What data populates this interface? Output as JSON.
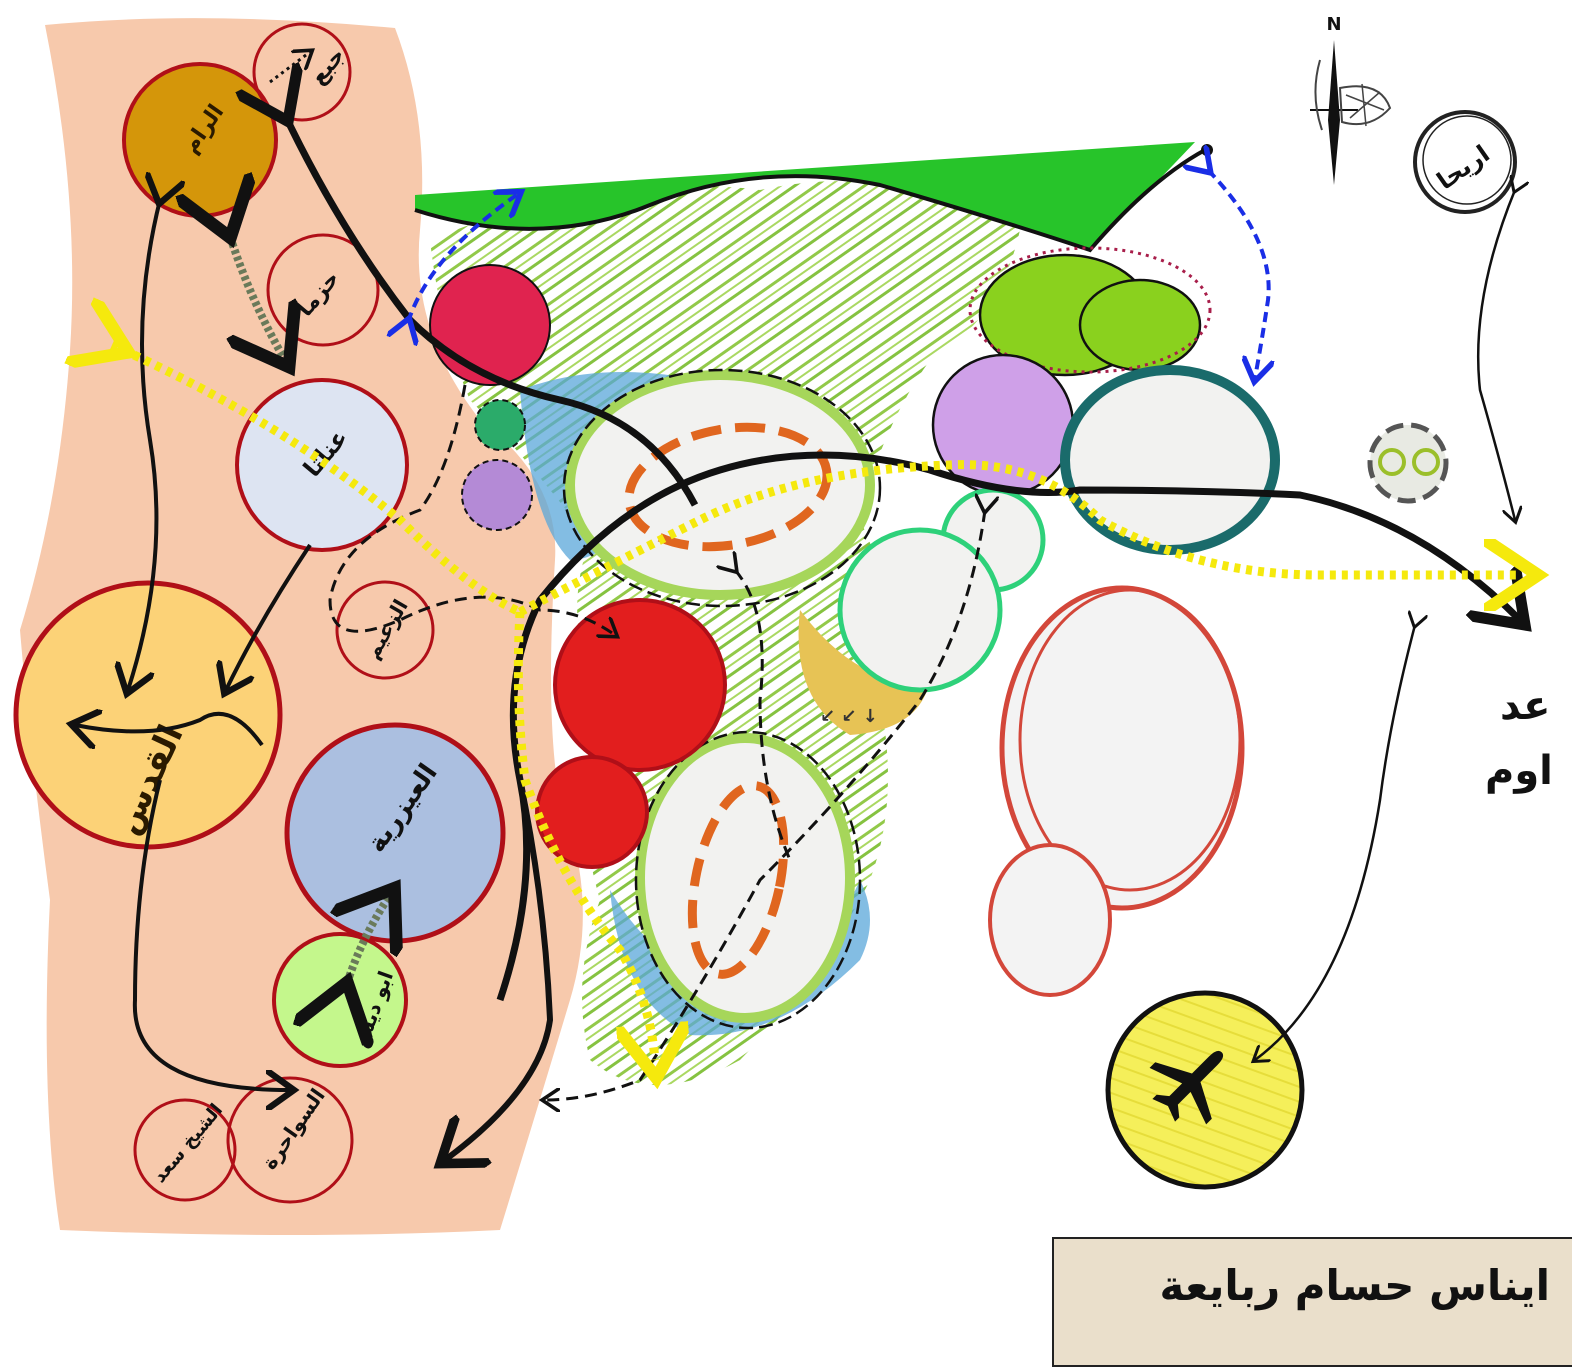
{
  "labels": {
    "ram": "الرام",
    "jaba": "جبع",
    "hizma": "حزما",
    "anata": "عناتا",
    "quds": "القدس",
    "zaim": "الزعيم",
    "eizariya": "العيزرية",
    "abudis": "ابو ديس",
    "sawahira": "السواحرة",
    "sheikh_saad": "الشيخ سعد",
    "jericho": "اريحا"
  },
  "compass_letter": "N",
  "side_text": [
    "عد",
    "اوم"
  ],
  "author": "ايناس حسام ربايعة",
  "colors": {
    "region": "#f7c9ac",
    "circle_border": "#b00f18",
    "ram_fill": "#d4960a",
    "quds_fill": "#fcd277",
    "anata_fill": "#dde4f2",
    "eizariya_fill": "#abbfe0",
    "abudis_fill": "#c4f78c",
    "yellow_dotted": "#f5e90d",
    "blue_arrow": "#1a2ee6",
    "green_band": "#27c42a",
    "grass": "#8cc63f"
  }
}
